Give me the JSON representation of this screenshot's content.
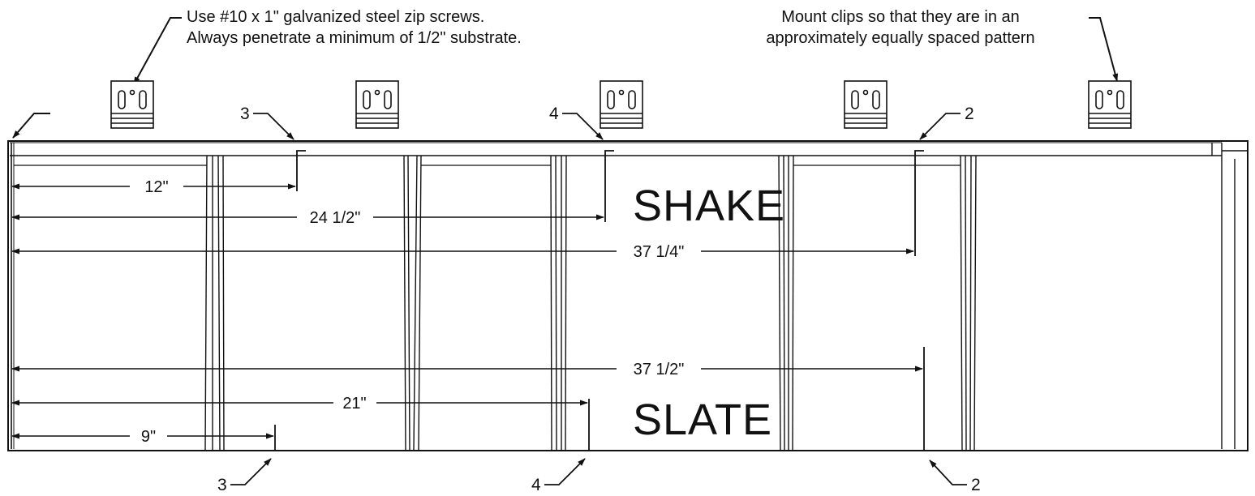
{
  "notes": {
    "screws_line1": "Use #10 x 1\" galvanized steel zip screws.",
    "screws_line2": "Always penetrate a minimum of 1/2\" substrate.",
    "clips_line1": "Mount clips so that they are in an",
    "clips_line2": "approximately equally spaced pattern"
  },
  "labels": {
    "shake": "SHAKE",
    "slate": "SLATE"
  },
  "dimensions": {
    "shake_12": "12\"",
    "shake_24_5": "24 1/2\"",
    "shake_37_25": "37 1/4\"",
    "slate_37_5": "37 1/2\"",
    "slate_21": "21\"",
    "slate_9": "9\""
  },
  "callouts": {
    "top_3": "3",
    "top_4": "4",
    "top_2": "2",
    "bottom_3": "3",
    "bottom_4": "4",
    "bottom_2": "2"
  }
}
